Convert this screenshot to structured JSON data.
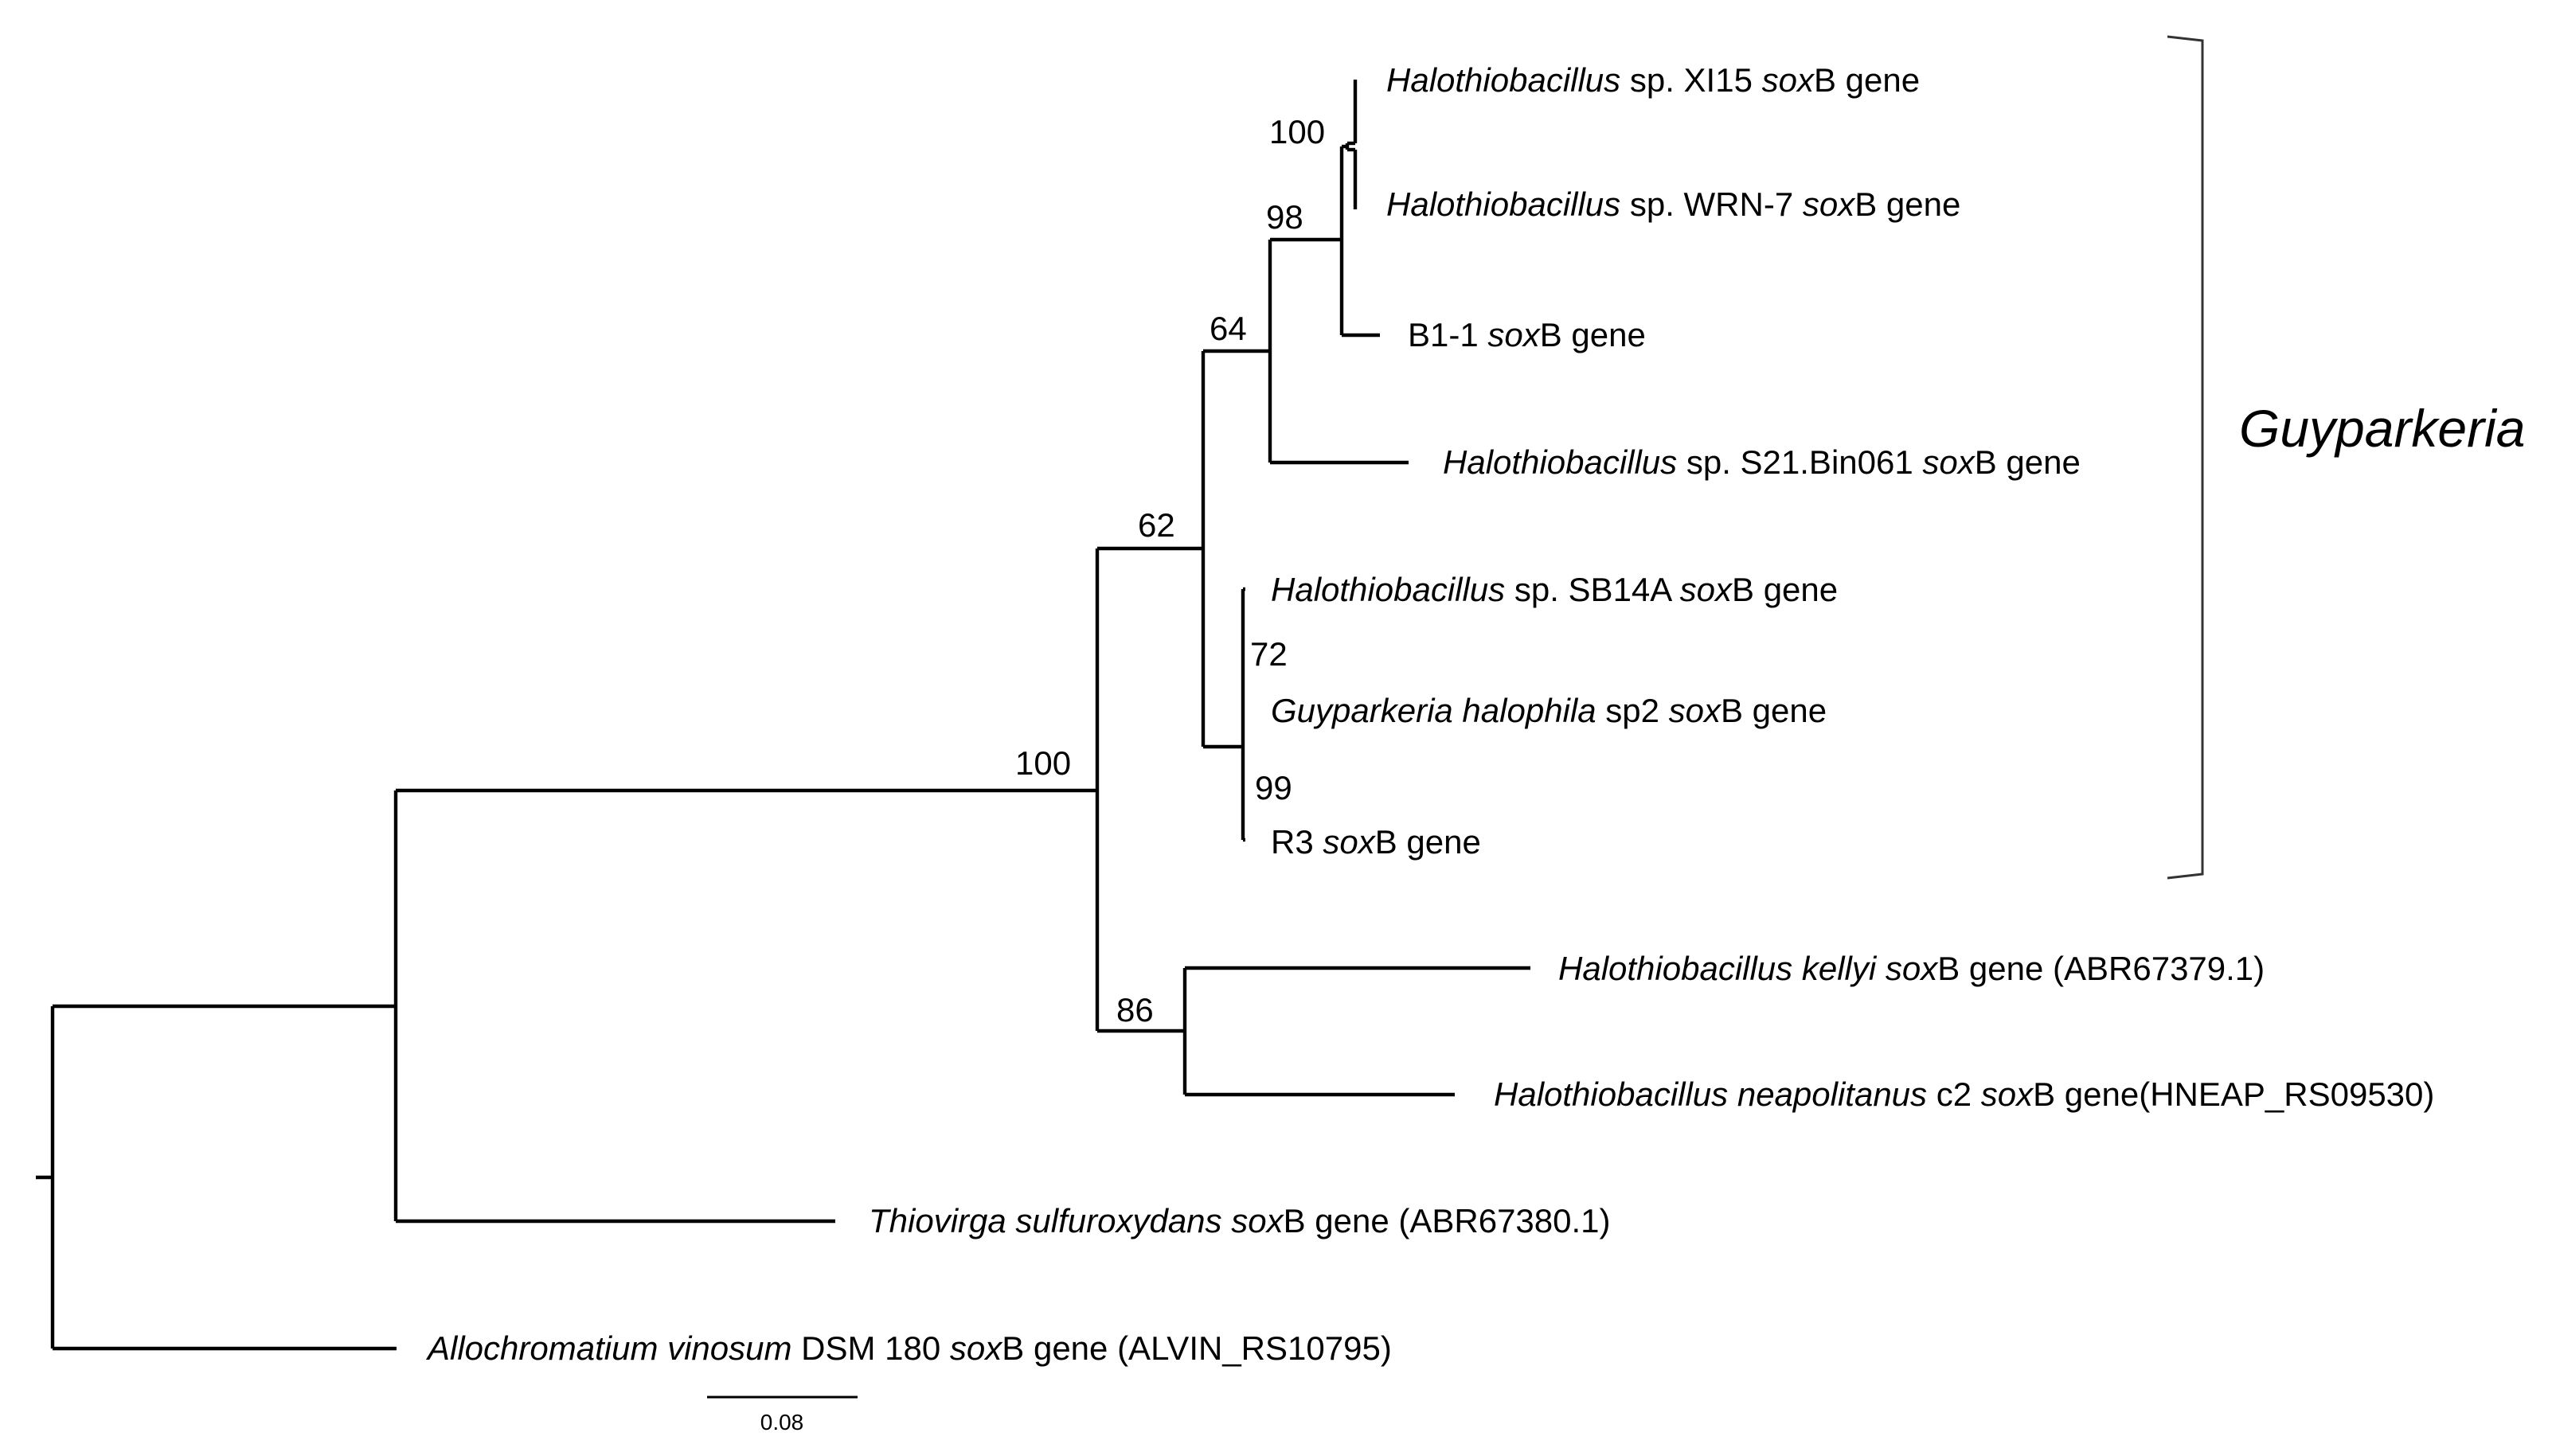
{
  "tree": {
    "leaves": [
      {
        "id": "xi15",
        "parts": [
          {
            "t": "Halothiobacillus",
            "i": true
          },
          {
            "t": " sp. XI15 "
          },
          {
            "t": "sox",
            "i": true
          },
          {
            "t": "B gene"
          }
        ]
      },
      {
        "id": "wrn7",
        "parts": [
          {
            "t": "Halothiobacillus",
            "i": true
          },
          {
            "t": " sp. WRN-7 "
          },
          {
            "t": "sox",
            "i": true
          },
          {
            "t": "B gene"
          }
        ]
      },
      {
        "id": "b11",
        "parts": [
          {
            "t": "B1-1 "
          },
          {
            "t": "sox",
            "i": true
          },
          {
            "t": "B gene"
          }
        ]
      },
      {
        "id": "s21",
        "parts": [
          {
            "t": "Halothiobacillus",
            "i": true
          },
          {
            "t": " sp. S21.Bin061 "
          },
          {
            "t": "sox",
            "i": true
          },
          {
            "t": "B gene"
          }
        ]
      },
      {
        "id": "sb14a",
        "parts": [
          {
            "t": "Halothiobacillus",
            "i": true
          },
          {
            "t": " sp. SB14A "
          },
          {
            "t": "sox",
            "i": true
          },
          {
            "t": "B gene"
          }
        ]
      },
      {
        "id": "sp2",
        "parts": [
          {
            "t": "Guyparkeria halophila",
            "i": true
          },
          {
            "t": " sp2 "
          },
          {
            "t": "sox",
            "i": true
          },
          {
            "t": "B gene"
          }
        ]
      },
      {
        "id": "r3",
        "parts": [
          {
            "t": "R3 "
          },
          {
            "t": "sox",
            "i": true
          },
          {
            "t": "B gene"
          }
        ]
      },
      {
        "id": "kellyi",
        "parts": [
          {
            "t": "Halothiobacillus kellyi sox",
            "i": true
          },
          {
            "t": "B gene (ABR67379.1)"
          }
        ]
      },
      {
        "id": "neapolitanus",
        "parts": [
          {
            "t": "Halothiobacillus neapolitanus",
            "i": true
          },
          {
            "t": " c2 "
          },
          {
            "t": "sox",
            "i": true
          },
          {
            "t": "B gene(HNEAP_RS09530)"
          }
        ]
      },
      {
        "id": "thiovirga",
        "parts": [
          {
            "t": "Thiovirga sulfuroxydans sox",
            "i": true
          },
          {
            "t": "B gene (ABR67380.1)"
          }
        ]
      },
      {
        "id": "allochromatium",
        "parts": [
          {
            "t": "Allochromatium vinosum",
            "i": true
          },
          {
            "t": " DSM 180 "
          },
          {
            "t": "sox",
            "i": true
          },
          {
            "t": "B gene (ALVIN_RS10795)"
          }
        ]
      }
    ],
    "bootstraps": [
      {
        "id": "n-xi15-wrn7",
        "value": "100"
      },
      {
        "id": "n-b11",
        "value": "98"
      },
      {
        "id": "n-s21",
        "value": "64"
      },
      {
        "id": "n-guy",
        "value": "62"
      },
      {
        "id": "n-sb14a",
        "value": "72"
      },
      {
        "id": "n-sp2-r3",
        "value": "99"
      },
      {
        "id": "n-core",
        "value": "100"
      },
      {
        "id": "n-kellyi",
        "value": "86"
      }
    ],
    "clade_label": "Guyparkeria",
    "scale_label": "0.08"
  }
}
